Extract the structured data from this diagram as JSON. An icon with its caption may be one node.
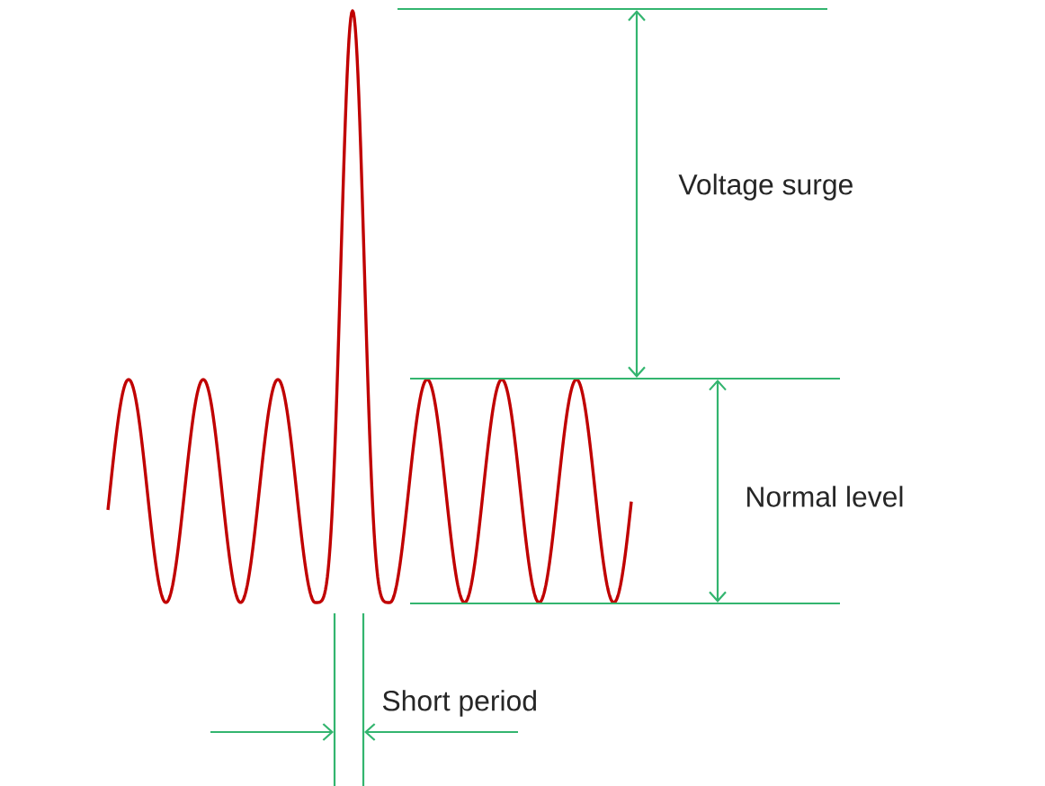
{
  "diagram": {
    "labels": [
      "Voltage surge",
      "Normal level",
      "Short period"
    ]
  }
}
